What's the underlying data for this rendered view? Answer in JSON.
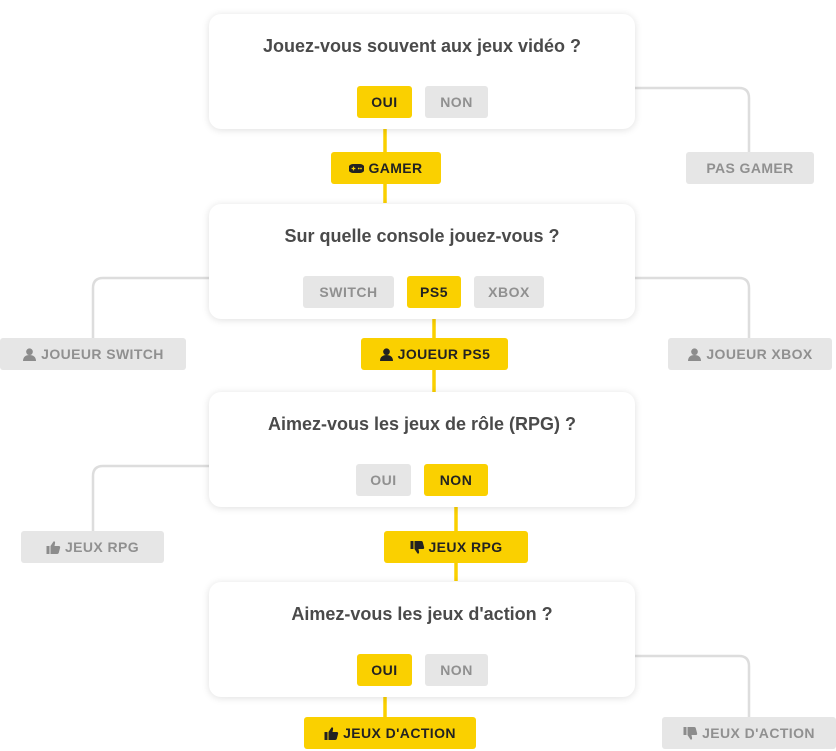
{
  "colors": {
    "accent": "#fad000",
    "muted": "#e6e6e6",
    "line_muted": "#dddddd"
  },
  "q1": {
    "question": "Jouez-vous souvent aux jeux vidéo ?",
    "yes": "OUI",
    "no": "NON"
  },
  "q2": {
    "question": "Sur quelle console jouez-vous ?",
    "switch": "SWITCH",
    "ps5": "PS5",
    "xbox": "XBOX"
  },
  "q3": {
    "question": "Aimez-vous les jeux de rôle (RPG) ?",
    "yes": "OUI",
    "no": "NON"
  },
  "q4": {
    "question": "Aimez-vous les jeux d'action ?",
    "yes": "OUI",
    "no": "NON"
  },
  "results": {
    "gamer": {
      "label": "GAMER",
      "icon": "gamepad-icon"
    },
    "not_gamer": {
      "label": "PAS GAMER"
    },
    "switch_player": {
      "label": "JOUEUR SWITCH",
      "icon": "user-icon"
    },
    "ps5_player": {
      "label": "JOUEUR PS5",
      "icon": "user-icon"
    },
    "xbox_player": {
      "label": "JOUEUR XBOX",
      "icon": "user-icon"
    },
    "rpg_like": {
      "label": "JEUX RPG",
      "icon": "thumbs-up-icon"
    },
    "rpg_dislike": {
      "label": "JEUX RPG",
      "icon": "thumbs-down-icon"
    },
    "action_like": {
      "label": "JEUX D'ACTION",
      "icon": "thumbs-up-icon"
    },
    "action_dislike": {
      "label": "JEUX D'ACTION",
      "icon": "thumbs-down-icon"
    }
  }
}
